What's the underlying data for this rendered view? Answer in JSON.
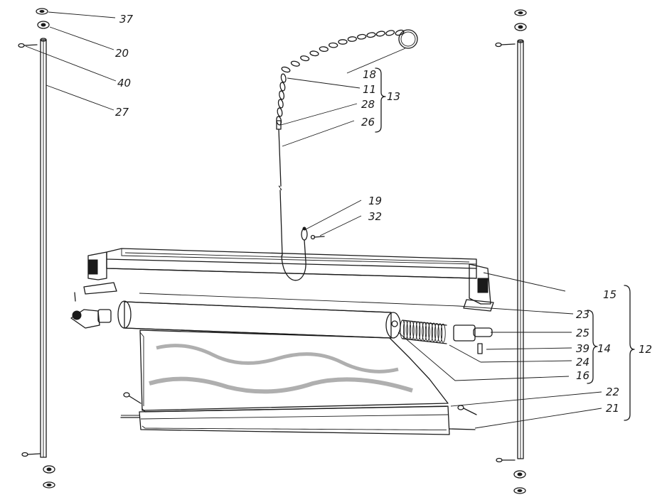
{
  "labels": {
    "37": "37",
    "20": "20",
    "40": "40",
    "27": "27",
    "18": "18",
    "11": "11",
    "28": "28",
    "26": "26",
    "13": "13",
    "19": "19",
    "32": "32",
    "15": "15",
    "23": "23",
    "25": "25",
    "39": "39",
    "24": "24",
    "16": "16",
    "14": "14",
    "12": "12",
    "22": "22",
    "21": "21"
  },
  "colors": {
    "ink": "#1a1a1a",
    "paper": "#ffffff"
  }
}
